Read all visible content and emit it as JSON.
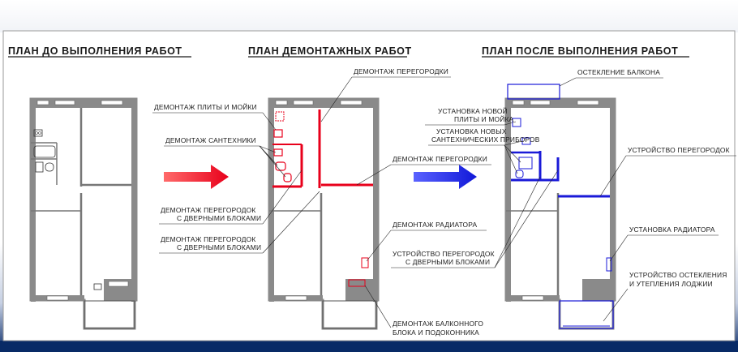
{
  "panels": {
    "before": {
      "title": "ПЛАН  ДО  ВЫПОЛНЕНИЯ  РАБОТ"
    },
    "demolition": {
      "title": "ПЛАН  ДЕМОНТАЖНЫХ  РАБОТ"
    },
    "after": {
      "title": "ПЛАН  ПОСЛЕ  ВЫПОЛНЕНИЯ  РАБОТ"
    }
  },
  "demolition_labels": {
    "partition_top": "ДЕМОНТАЖ  ПЕРЕГОРОДКИ",
    "stove_sink": "ДЕМОНТАЖ  ПЛИТЫ И МОЙКИ",
    "plumbing": "ДЕМОНТАЖ  САНТЕХНИКИ",
    "partition_mid": "ДЕМОНТАЖ  ПЕРЕГОРОДКИ",
    "partitions_doors_1": {
      "line1": "ДЕМОНТАЖ  ПЕРЕГОРОДОК",
      "line2": "С ДВЕРНЫМИ БЛОКАМИ"
    },
    "partitions_doors_2": {
      "line1": "ДЕМОНТАЖ  ПЕРЕГОРОДОК",
      "line2": "С ДВЕРНЫМИ БЛОКАМИ"
    },
    "radiator": "ДЕМОНТАЖ  РАДИАТОРА",
    "balcony_block": {
      "line1": "ДЕМОНТАЖ  БАЛКОННОГО",
      "line2": "БЛОКА И ПОДОКОННИКА"
    }
  },
  "after_labels": {
    "balcony_glazing": "ОСТЕКЛЕНИЕ  БАЛКОНА",
    "new_stove": {
      "line1": "УСТАНОВКА  НОВОЙ",
      "line2": "ПЛИТЫ И МОЙКА"
    },
    "new_plumbing": {
      "line1": "УСТАНОВКА  НОВЫХ",
      "line2": "САНТЕХНИЧЕСКИХ ПРИБОРОВ"
    },
    "partitions": "УСТРОЙСТВО  ПЕРЕГОРОДОК",
    "partitions_doors": {
      "line1": "УСТРОЙСТВО ПЕРЕГОРОДОК",
      "line2": "С ДВЕРНЫМИ БЛОКАМИ"
    },
    "radiator": "УСТАНОВКА  РАДИАТОРА",
    "loggia": {
      "line1": "УСТРОЙСТВО  ОСТЕКЛЕНИЯ",
      "line2": "И УТЕПЛЕНИЯ  ЛОДЖИИ"
    }
  },
  "colors": {
    "demolition": "#e8001b",
    "construction": "#1a1ad8",
    "wall": "#8a8a8a",
    "band": "#0a2f6e"
  }
}
